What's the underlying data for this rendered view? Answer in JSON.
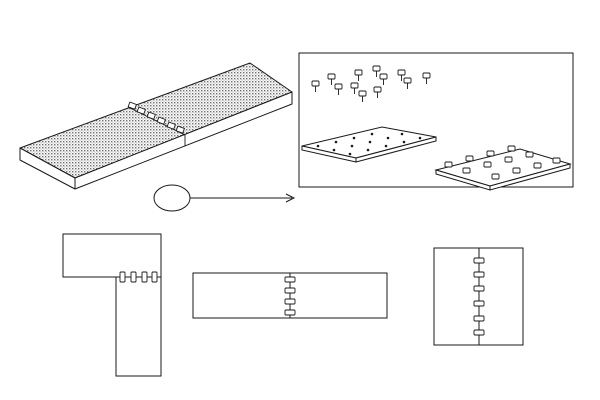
{
  "diagram": {
    "colors": {
      "line": "#1a1a1a",
      "fill": "#ffffff",
      "texture": "#7a7a7a"
    },
    "views": [
      {
        "id": "isometric-panel",
        "kind": "textured long board with connector plates at the seam"
      },
      {
        "id": "detail-inset",
        "kind": "exploded view: bolts and two connector plates"
      },
      {
        "id": "l-joint",
        "kind": "two boards joined at a right angle"
      },
      {
        "id": "straight-joint",
        "kind": "two boards joined end to end"
      },
      {
        "id": "square-joint",
        "kind": "two boards joined side by side"
      }
    ]
  }
}
